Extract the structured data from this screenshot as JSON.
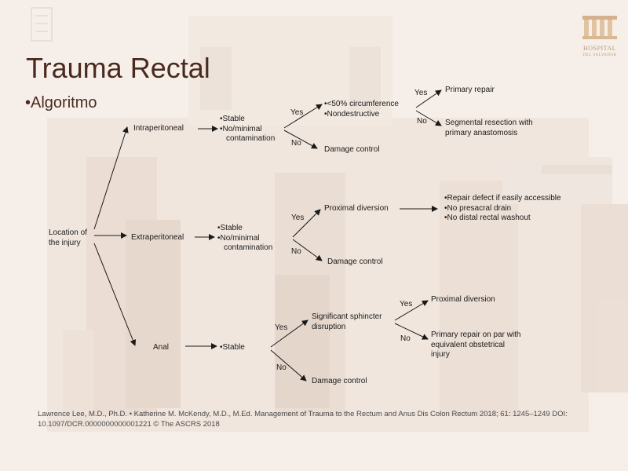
{
  "slide": {
    "title": "Trauma Rectal",
    "subtitle": "Algoritmo",
    "logo_line1": "HOSPITAL",
    "logo_line2": "DEL SALVADOR"
  },
  "diagram": {
    "root": [
      "Location of",
      "the injury"
    ],
    "branches": {
      "intraperitoneal": {
        "label": "Intraperitoneal",
        "condition": [
          "Stable",
          "No/minimal",
          "contamination"
        ],
        "yes": "Yes",
        "no": "No",
        "yes_items": [
          "<50% circumference",
          "Nondestructive"
        ],
        "no_outcome": "Damage control",
        "sub_yes": "Yes",
        "sub_no": "No",
        "sub_yes_outcome": "Primary repair",
        "sub_no_outcome": [
          "Segmental resection with",
          "primary anastomosis"
        ]
      },
      "extraperitoneal": {
        "label": "Extraperitoneal",
        "condition": [
          "Stable",
          "No/minimal",
          "contamination"
        ],
        "yes": "Yes",
        "no": "No",
        "yes_outcome": "Proximal diversion",
        "no_outcome": "Damage control",
        "extra_items": [
          "Repair defect if easily accessible",
          "No presacral drain",
          "No distal rectal washout"
        ]
      },
      "anal": {
        "label": "Anal",
        "condition": [
          "Stable"
        ],
        "yes": "Yes",
        "no": "No",
        "yes_outcome": [
          "Significant sphincter",
          "disruption"
        ],
        "no_outcome": "Damage control",
        "sub_yes": "Yes",
        "sub_no": "No",
        "sub_yes_outcome": "Proximal diversion",
        "sub_no_outcome": [
          "Primary repair on par with",
          "equivalent obstetrical",
          "injury"
        ]
      }
    }
  },
  "reference": "Lawrence Lee, M.D., Ph.D. • Katherine M. McKendy, M.D., M.Ed. Management of Trauma to the Rectum  and Anus  Dis Colon Rectum 2018; 61: 1245–1249 DOI: 10.1097/DCR.0000000000001221 © The ASCRS 2018"
}
